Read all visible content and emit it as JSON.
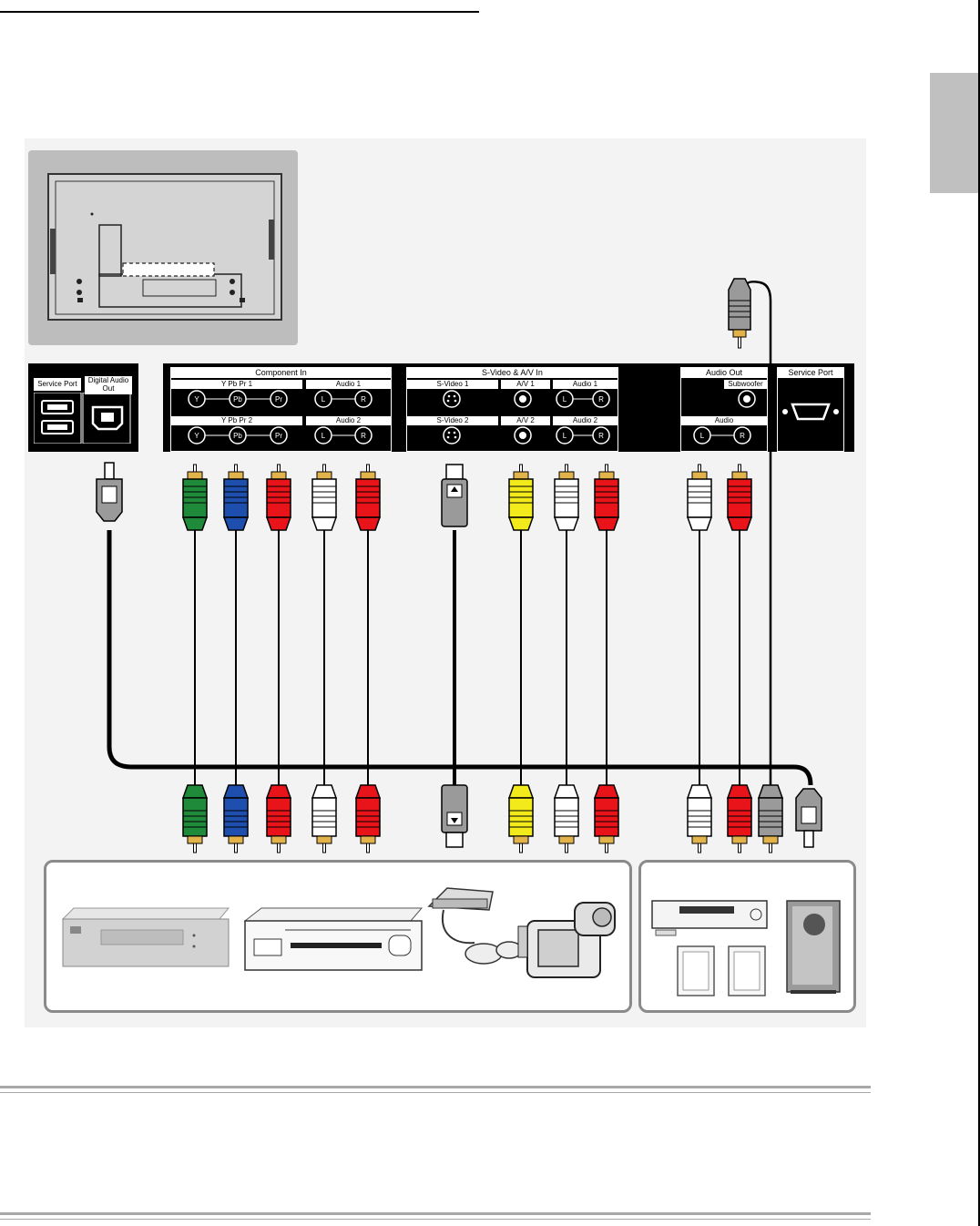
{
  "panels": {
    "left": {
      "service_port": "Service Port",
      "digital_audio_out": "Digital Audio Out"
    },
    "component": {
      "title": "Component  In",
      "row1_label": "Y Pb Pr  1",
      "row2_label": "Y Pb Pr  2",
      "audio1": "Audio 1",
      "audio2": "Audio 2",
      "jacks": [
        "Y",
        "Pb",
        "Pr"
      ],
      "lr": [
        "L",
        "R"
      ]
    },
    "svideo_av": {
      "title": "S-Video & A/V In",
      "svideo1": "S-Video 1",
      "svideo2": "S-Video 2",
      "av1": "A/V 1",
      "av2": "A/V 2",
      "audio1": "Audio 1",
      "audio2": "Audio 2"
    },
    "audio_out": {
      "title": "Audio Out",
      "subwoofer": "Subwoofer",
      "audio": "Audio"
    },
    "service_port_right": "Service Port"
  },
  "colors": {
    "green": "#1f8a3a",
    "blue": "#1f4fae",
    "red": "#e8141a",
    "white": "#ffffff",
    "yellow": "#f2ea1b",
    "gray": "#9a9a9a",
    "gold": "#e2b34a"
  },
  "top_plugs": [
    {
      "type": "optical",
      "color": "gray"
    },
    {
      "type": "rca",
      "color": "green"
    },
    {
      "type": "rca",
      "color": "blue"
    },
    {
      "type": "rca",
      "color": "red"
    },
    {
      "type": "rca",
      "color": "white"
    },
    {
      "type": "rca",
      "color": "red"
    },
    {
      "type": "svideo",
      "color": "gray"
    },
    {
      "type": "rca",
      "color": "yellow"
    },
    {
      "type": "rca",
      "color": "white"
    },
    {
      "type": "rca",
      "color": "red"
    },
    {
      "type": "rca",
      "color": "white"
    },
    {
      "type": "rca",
      "color": "red"
    }
  ],
  "bottom_plugs": [
    {
      "type": "rca",
      "color": "green"
    },
    {
      "type": "rca",
      "color": "blue"
    },
    {
      "type": "rca",
      "color": "red"
    },
    {
      "type": "rca",
      "color": "white"
    },
    {
      "type": "rca",
      "color": "red"
    },
    {
      "type": "svideo",
      "color": "gray"
    },
    {
      "type": "rca",
      "color": "yellow"
    },
    {
      "type": "rca",
      "color": "white"
    },
    {
      "type": "rca",
      "color": "red"
    },
    {
      "type": "rca",
      "color": "white"
    },
    {
      "type": "rca",
      "color": "red"
    },
    {
      "type": "rca",
      "color": "gray"
    },
    {
      "type": "optical",
      "color": "gray"
    }
  ],
  "devices": {
    "sources": [
      "dvd-player",
      "vcr",
      "game-console",
      "camcorder"
    ],
    "audio": [
      "av-receiver",
      "speaker-left",
      "speaker-right",
      "subwoofer"
    ]
  }
}
